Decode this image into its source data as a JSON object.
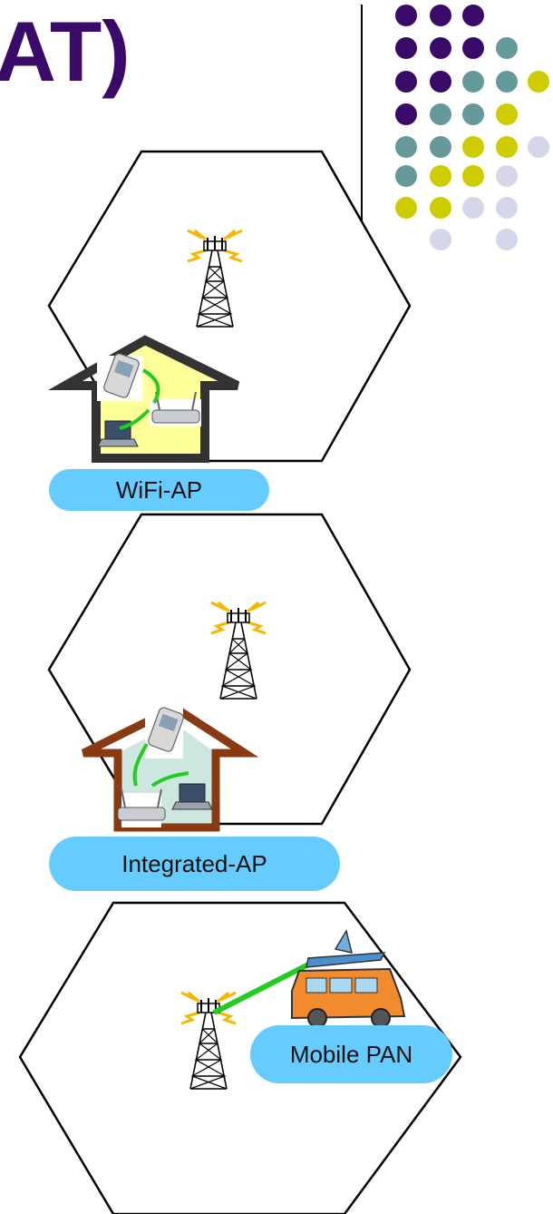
{
  "slide": {
    "title_fragment": "AT)",
    "colors": {
      "title": "#3a0a68",
      "pill": "#66ccff",
      "dot_purple": "#3a0a68",
      "dot_teal": "#669999",
      "dot_olive": "#cccc00",
      "dot_lavender": "#d6d6ea"
    }
  },
  "scenarios": [
    {
      "label": "WiFi-AP"
    },
    {
      "label": "Integrated-AP"
    },
    {
      "label": "Mobile PAN"
    }
  ],
  "icons": [
    "cell-tower-icon",
    "house-icon",
    "mobile-phone-icon",
    "laptop-icon",
    "wifi-router-icon",
    "car-icon"
  ]
}
